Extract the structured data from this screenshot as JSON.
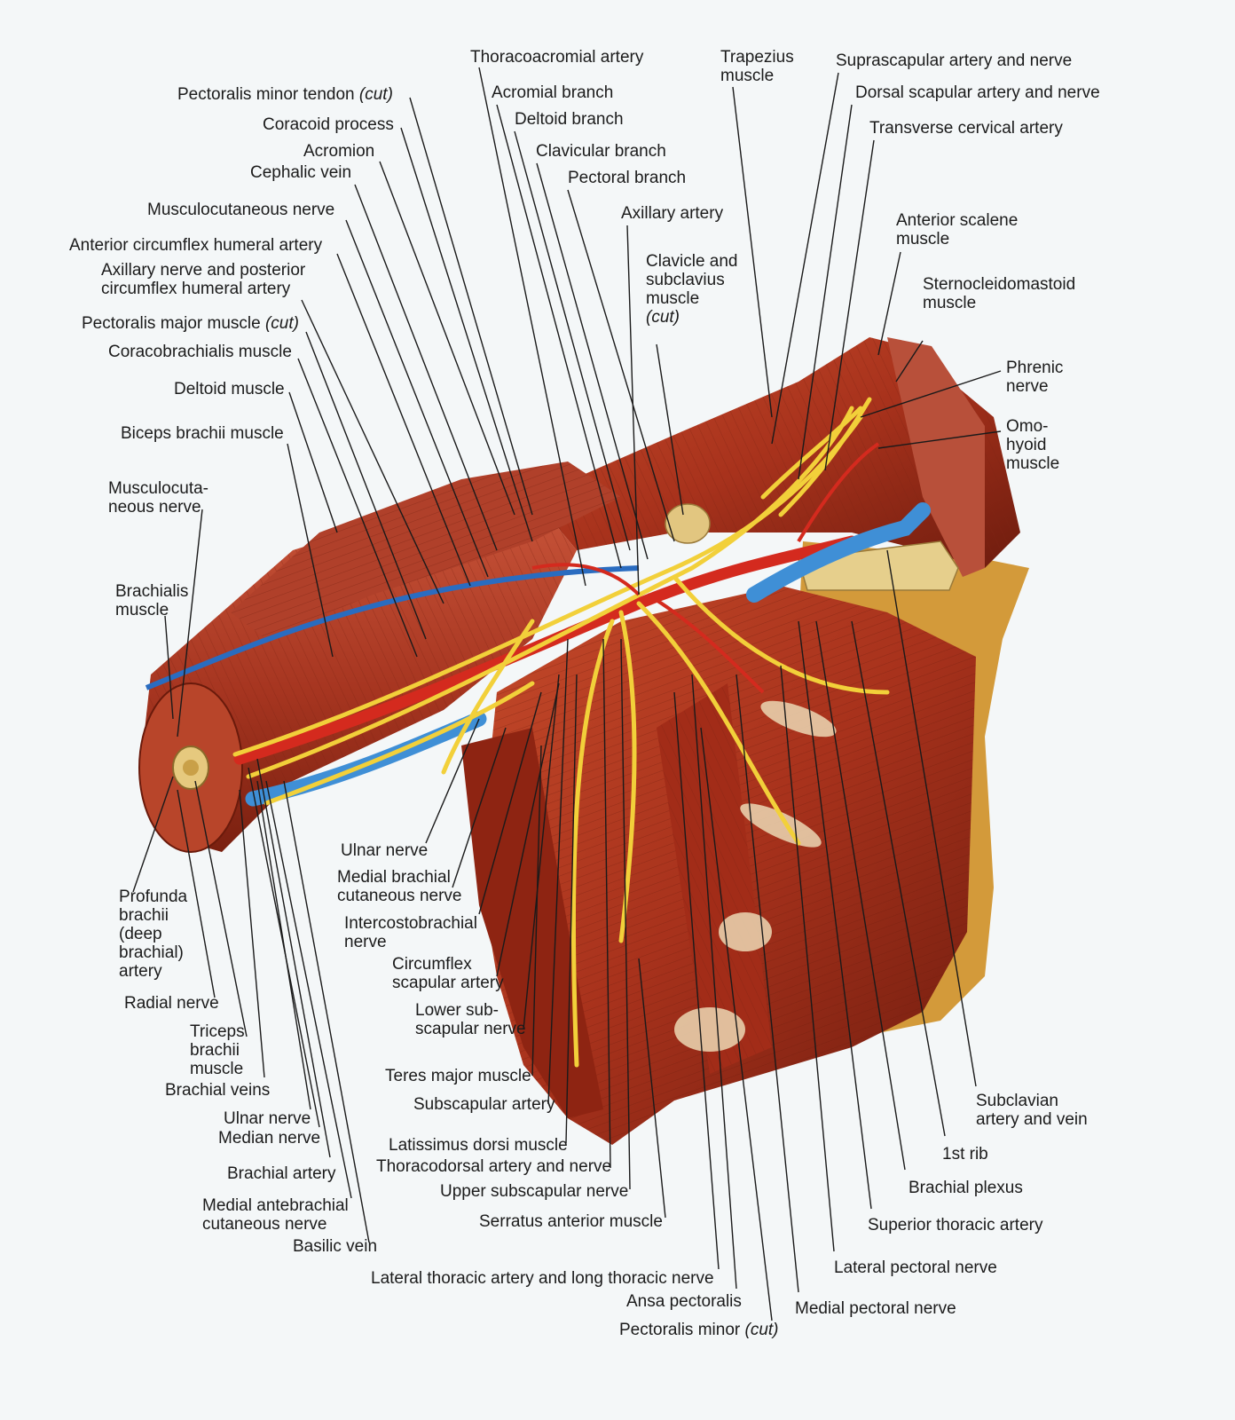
{
  "labels": {
    "thoracoacromial_artery": "Thoracoacromial artery",
    "trapezius": [
      "Trapezius",
      "muscle"
    ],
    "suprascapular": "Suprascapular artery and nerve",
    "pectoralis_minor_tendon": {
      "text": "Pectoralis minor tendon ",
      "italic": "(cut)"
    },
    "acromial_branch": "Acromial branch",
    "dorsal_scapular": "Dorsal scapular artery and nerve",
    "deltoid_branch": "Deltoid branch",
    "coracoid_process": "Coracoid process",
    "transverse_cervical": "Transverse cervical artery",
    "acromion": "Acromion",
    "clavicular_branch": "Clavicular branch",
    "cephalic_vein": "Cephalic vein",
    "pectoral_branch": "Pectoral branch",
    "musculocutaneous_nerve": "Musculocutaneous nerve",
    "axillary_artery": "Axillary artery",
    "anterior_scalene": [
      "Anterior scalene",
      "muscle"
    ],
    "anterior_circumflex": "Anterior circumflex humeral artery",
    "clavicle_subclavius": [
      "Clavicle and",
      "subclavius",
      "muscle"
    ],
    "clavicle_subclavius_cut": "(cut)",
    "axillary_nerve": [
      "Axillary nerve and posterior",
      "circumflex humeral artery"
    ],
    "sternocleidomastoid": [
      "Sternocleidomastoid",
      "muscle"
    ],
    "pectoralis_major_cut": {
      "text": "Pectoralis major muscle ",
      "italic": "(cut)"
    },
    "coracobrachialis": "Coracobrachialis muscle",
    "phrenic_nerve": [
      "Phrenic",
      "nerve"
    ],
    "deltoid_muscle": "Deltoid muscle",
    "omohyoid": [
      "Omo-",
      "hyoid",
      "muscle"
    ],
    "biceps_brachii": "Biceps brachii muscle",
    "musculocutaneous_nerve_2": [
      "Musculocuta-",
      "neous nerve"
    ],
    "brachialis": [
      "Brachialis",
      "muscle"
    ],
    "ulnar_nerve_1": "Ulnar nerve",
    "medial_brachial_cutaneous": [
      "Medial brachial",
      "cutaneous nerve"
    ],
    "profunda_brachii": [
      "Profunda",
      "brachii",
      "(deep",
      "brachial)",
      "artery"
    ],
    "intercostobrachial": [
      "Intercostobrachial",
      "nerve"
    ],
    "circumflex_scapular": [
      "Circumflex",
      "scapular artery"
    ],
    "radial_nerve": "Radial nerve",
    "lower_subscapular": [
      "Lower sub-",
      "scapular nerve"
    ],
    "triceps_brachii": [
      "Triceps",
      "brachii",
      "muscle"
    ],
    "teres_major": "Teres major muscle",
    "brachial_veins": "Brachial veins",
    "subscapular_artery": "Subscapular artery",
    "subclavian": [
      "Subclavian",
      "artery and vein"
    ],
    "ulnar_nerve_2": "Ulnar nerve",
    "median_nerve": "Median nerve",
    "latissimus_dorsi": "Latissimus dorsi muscle",
    "first_rib": "1st rib",
    "thoracodorsal": "Thoracodorsal artery and nerve",
    "brachial_artery": "Brachial artery",
    "upper_subscapular": "Upper subscapular nerve",
    "brachial_plexus": "Brachial plexus",
    "medial_antebrachial": [
      "Medial antebrachial",
      "cutaneous nerve"
    ],
    "serratus_anterior": "Serratus anterior muscle",
    "superior_thoracic": "Superior thoracic artery",
    "basilic_vein": "Basilic vein",
    "lateral_pectoral_nerve": "Lateral pectoral nerve",
    "lateral_thoracic": "Lateral thoracic artery and long thoracic nerve",
    "ansa_pectoralis": "Ansa pectoralis",
    "medial_pectoral_nerve": "Medial pectoral nerve",
    "pectoralis_minor_cut": {
      "text": "Pectoralis minor ",
      "italic": "(cut)"
    }
  },
  "colors": {
    "background": "#f4f7f8",
    "muscle": "#a8321c",
    "muscle_dark": "#6e1c0e",
    "artery": "#d42a1e",
    "vein": "#3f8fd6",
    "nerve": "#f2d03a",
    "bone": "#e8d29a",
    "fat": "#d8a040"
  }
}
